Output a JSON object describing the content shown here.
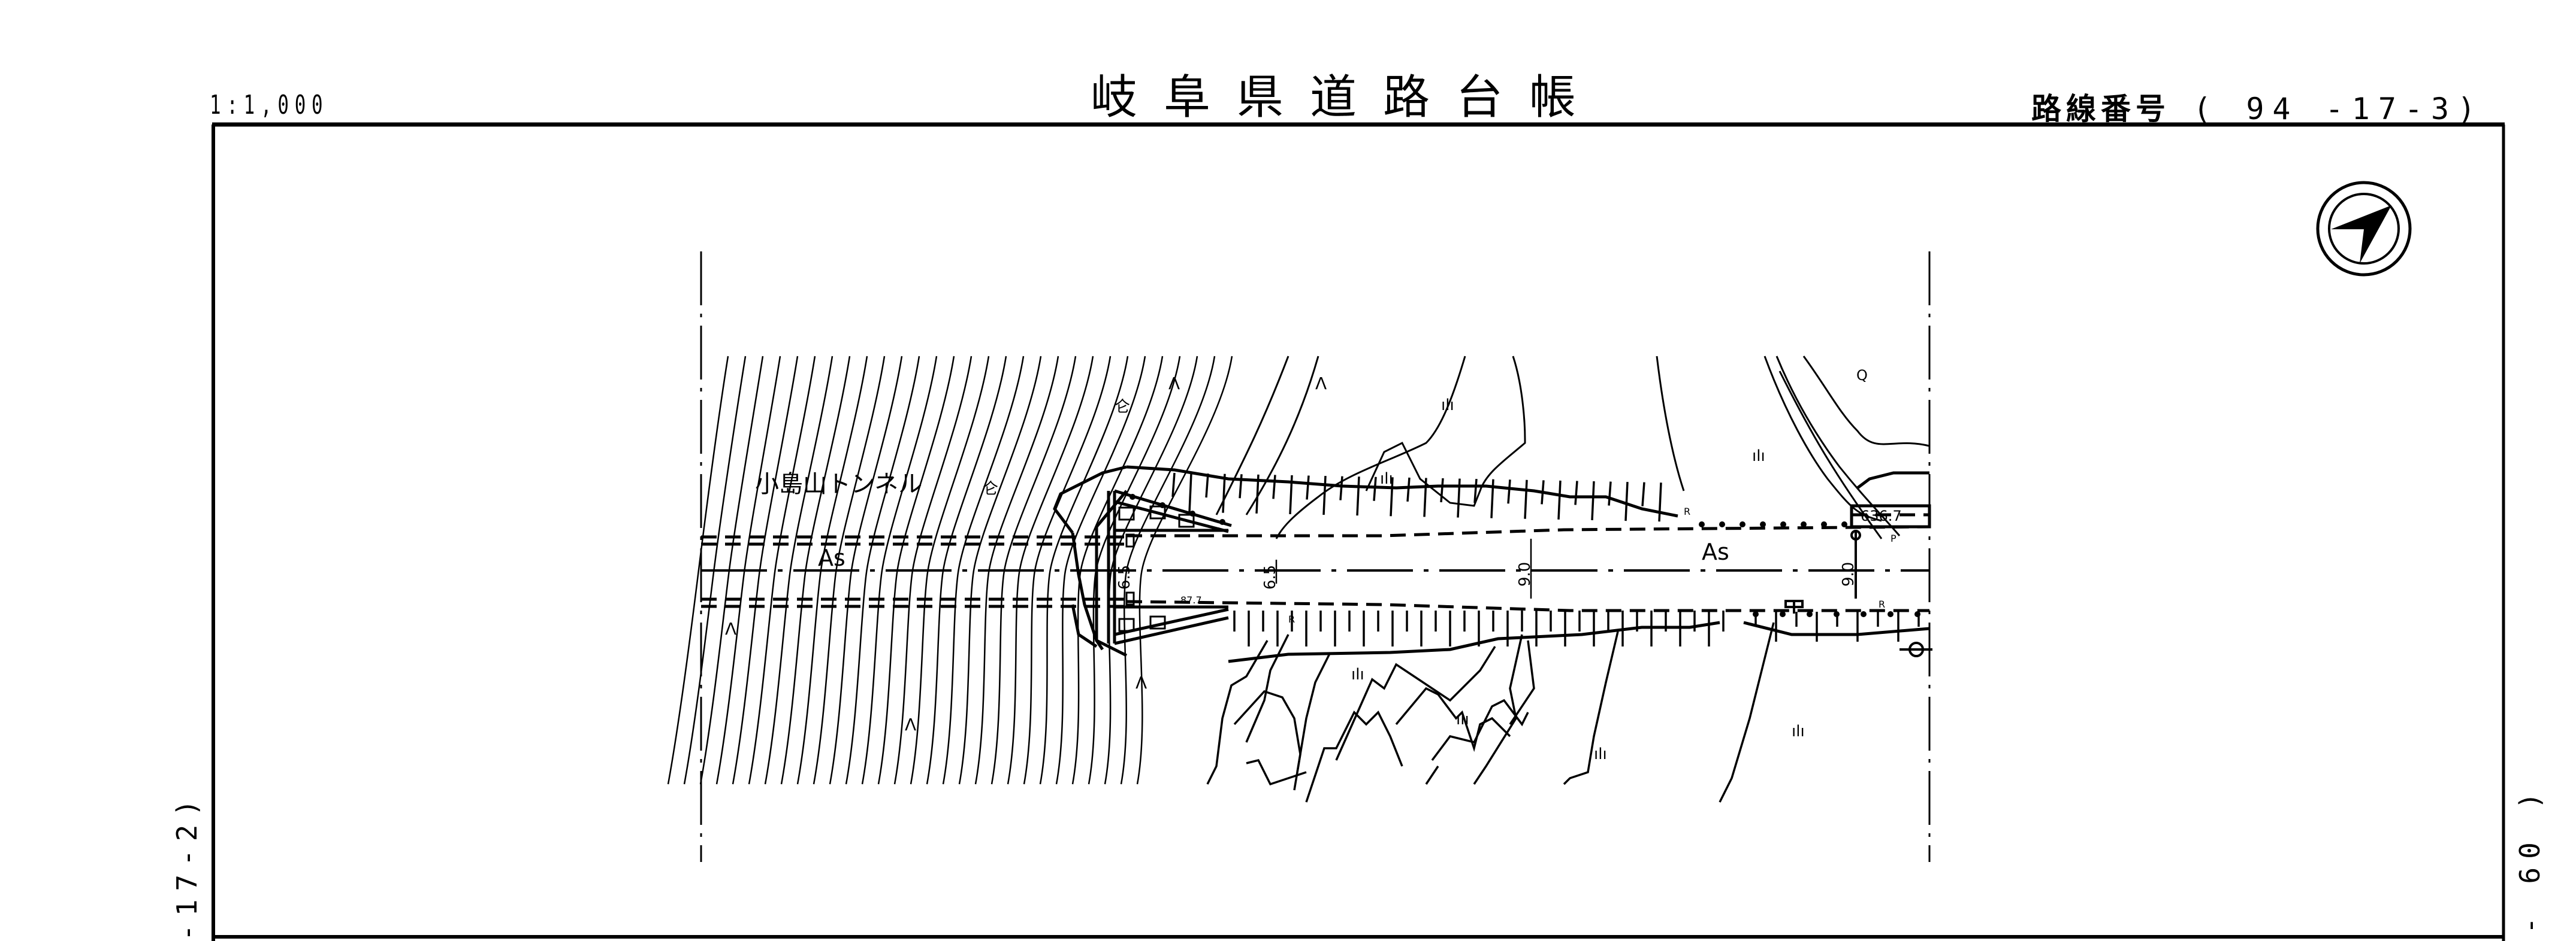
{
  "header": {
    "scale": "1:1,000",
    "title": "岐阜県道路台帳",
    "route_label": "路線番号",
    "route_number": "( 94 -17-3)"
  },
  "margins": {
    "left_sheet_ref": "-17-2)",
    "right_sheet_ref": "- 60 )"
  },
  "north_arrow": {
    "icon": "north-arrow-icon"
  },
  "map": {
    "tunnel_name": "小島山トンネル",
    "surface_labels": [
      "As",
      "As"
    ],
    "road_widths": [
      "6.5",
      "6.5",
      "9.0",
      "9.0"
    ],
    "elevation": "636.7",
    "small_labels": [
      "R",
      "R",
      "R",
      "P"
    ],
    "land_use_symbols": {
      "forest_broadleaf": "Λ",
      "wasteland": "ılı",
      "shrine_or_tree": "Q",
      "bamboo": "仑"
    },
    "small_numbers": [
      "87.7"
    ]
  }
}
